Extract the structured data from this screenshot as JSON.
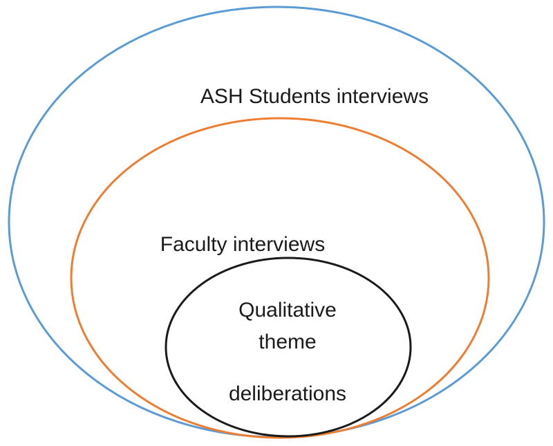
{
  "diagram": {
    "outer": {
      "label": "ASH Students interviews",
      "color": "#5b9bd5"
    },
    "middle": {
      "label": "Faculty interviews",
      "color": "#ed7d31"
    },
    "inner": {
      "label_line1": "Qualitative",
      "label_line2": "theme",
      "label_line3": "deliberations",
      "color": "#1a1a1a"
    }
  }
}
